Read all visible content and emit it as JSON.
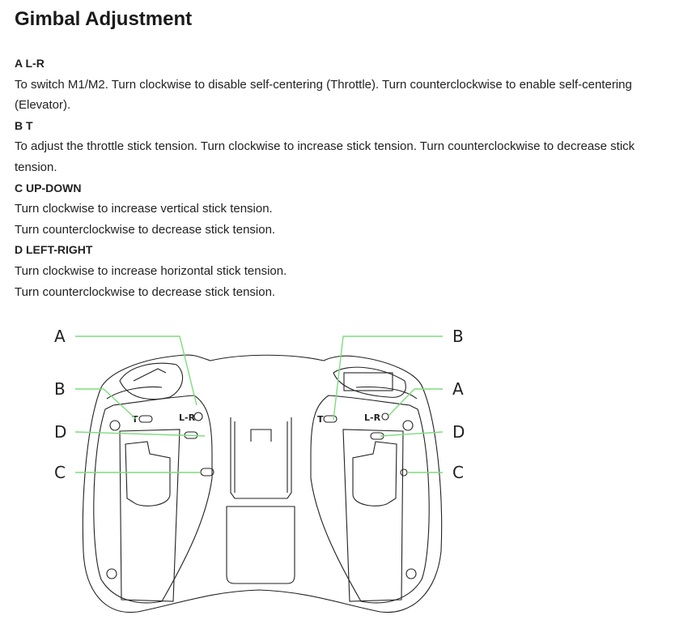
{
  "title": "Gimbal Adjustment",
  "sections": [
    {
      "heading": "A L-R",
      "lines": [
        "To switch M1/M2. Turn clockwise to disable self-centering (Throttle). Turn counterclockwise to enable self-centering (Elevator)."
      ]
    },
    {
      "heading": "B T",
      "lines": [
        "To adjust the throttle stick tension. Turn clockwise to increase stick tension. Turn counterclockwise to decrease stick tension."
      ]
    },
    {
      "heading": "C UP-DOWN",
      "lines": [
        "Turn clockwise to increase vertical stick tension.",
        "Turn counterclockwise to decrease stick tension."
      ]
    },
    {
      "heading": "D LEFT-RIGHT",
      "lines": [
        "Turn clockwise to increase horizontal stick tension.",
        "Turn counterclockwise to decrease stick tension."
      ]
    }
  ],
  "diagram": {
    "left_labels": [
      "A",
      "B",
      "D",
      "C"
    ],
    "right_labels": [
      "B",
      "A",
      "D",
      "C"
    ],
    "screw_labels": {
      "t": "T",
      "lr": "L-R"
    },
    "leader_color": "#7ddc7d"
  }
}
